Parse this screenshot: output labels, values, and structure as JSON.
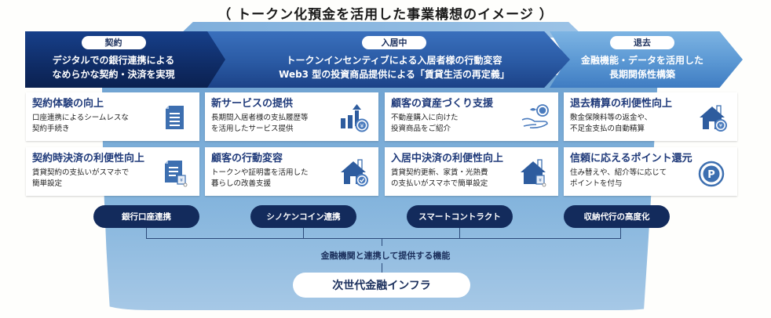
{
  "title": "（ トークン化預金を活用した事業構想のイメージ ）",
  "phases": [
    {
      "label": "契約",
      "lines": [
        "デジタルでの銀行連携による",
        "なめらかな契約・決済を実現"
      ]
    },
    {
      "label": "入居中",
      "lines": [
        "トークンインセンティブによる入居者様の行動変容",
        "Web3 型の投資商品提供による「賃貸生活の再定義」"
      ]
    },
    {
      "label": "退去",
      "lines": [
        "金融機能・データを活用した",
        "長期関係性構築"
      ]
    }
  ],
  "cards": [
    {
      "title": "契約体験の向上",
      "desc": "口座連携によるシームレスな\n契約手続き",
      "icon": "document-icon"
    },
    {
      "title": "新サービスの提供",
      "desc": "長期間入居者様の支払履歴等\nを活用したサービス提供",
      "icon": "growth-chart-yen-icon"
    },
    {
      "title": "顧客の資産づくり支援",
      "desc": "不動産購入に向けた\n投資商品をご紹介",
      "icon": "hand-coin-plant-icon"
    },
    {
      "title": "退去精算の利便性向上",
      "desc": "敷金保険料等の返金や、\n不足金支払の自動精算",
      "icon": "house-yen-icon"
    },
    {
      "title": "契約時決済の利便性向上",
      "desc": "賃貸契約の支払いがスマホで\n簡単設定",
      "icon": "document-phone-icon"
    },
    {
      "title": "顧客の行動変容",
      "desc": "トークンや証明書を活用した\n暮らしの改善支援",
      "icon": "house-check-icon"
    },
    {
      "title": "入居中決済の利便性向上",
      "desc": "賃貸契約更新、家賃・光熱費\nの支払いがスマホで簡単設定",
      "icon": "house-phone-icon"
    },
    {
      "title": "信頼に応えるポイント還元",
      "desc": "住み替えや、紹介等に応じて\nポイントを付与",
      "icon": "point-icon"
    }
  ],
  "features": [
    "銀行口座連携",
    "シノケンコイン連携",
    "スマートコントラクト",
    "収納代行の高度化"
  ],
  "caption": "金融機関と連携して提供する機能",
  "infra": "次世代金融インフラ",
  "colors": {
    "navy": "#0f2c66",
    "mid_blue": "#2a5aa4",
    "light_blue": "#5a97d3",
    "card_title": "#1f3a7a",
    "icon_blue": "#3d6fb0",
    "pill": "#132b5c"
  }
}
